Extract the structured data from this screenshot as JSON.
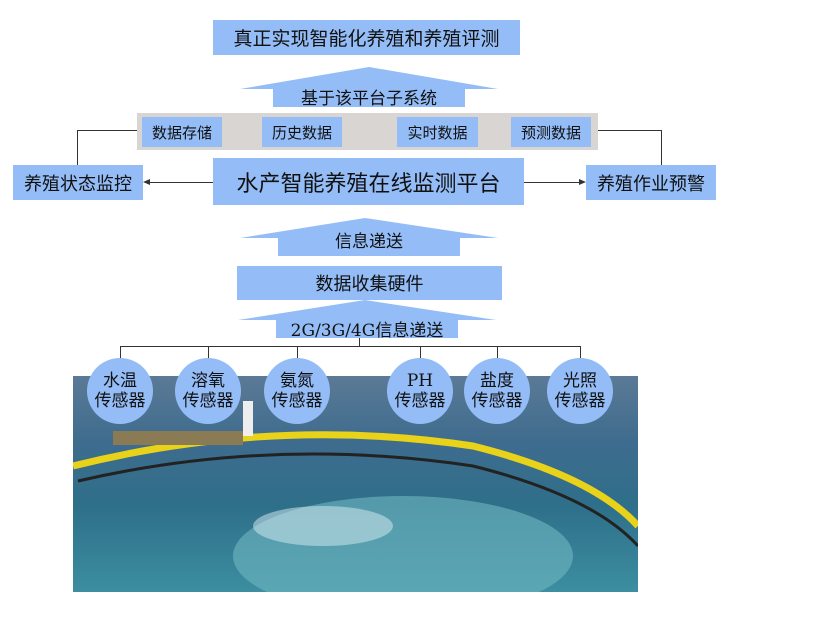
{
  "title": "真正实现智能化养殖和养殖评测",
  "arrow_top": "基于该平台子系统",
  "subsystems": [
    "数据存储",
    "历史数据",
    "实时数据",
    "预测数据"
  ],
  "platform": "水产智能养殖在线监测平台",
  "left_box": "养殖状态监控",
  "right_box": "养殖作业预警",
  "arrow_mid": "信息递送",
  "hardware": "数据收集硬件",
  "arrow_bottom": "2G/3G/4G信息递送",
  "sensors": [
    {
      "l1": "水温",
      "l2": "传感器"
    },
    {
      "l1": "溶氧",
      "l2": "传感器"
    },
    {
      "l1": "氨氮",
      "l2": "传感器"
    },
    {
      "l1": "PH",
      "l2": "传感器"
    },
    {
      "l1": "盐度",
      "l2": "传感器"
    },
    {
      "l1": "光照",
      "l2": "传感器"
    }
  ],
  "colors": {
    "box": "#94bdf7",
    "gray": "#d9d5d3"
  }
}
